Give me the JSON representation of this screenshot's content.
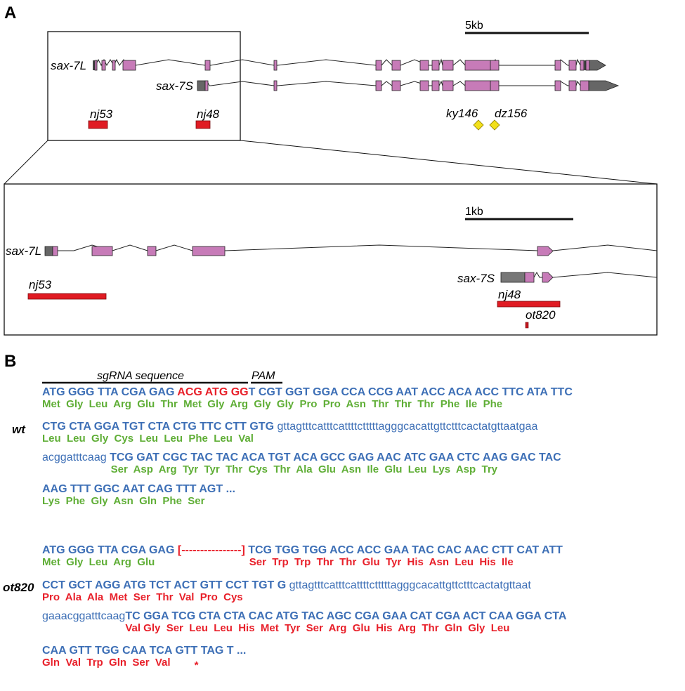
{
  "panel_a": {
    "letter": "A",
    "scale_top": "5kb",
    "scale_zoom": "1kb",
    "genes": {
      "long": "sax-7L",
      "short": "sax-7S"
    },
    "alleles": {
      "nj53": "nj53",
      "nj48": "nj48",
      "ky146": "ky146",
      "dz156": "dz156",
      "ot820": "ot820"
    }
  },
  "panel_b": {
    "letter": "B",
    "sgrna_label": "sgRNA sequence",
    "pam_label": "PAM",
    "wt_label": "wt",
    "mut_label": "ot820",
    "colors": {
      "dna": "#3d6fb6",
      "mutant": "#e8202a",
      "protein": "#5fae36"
    },
    "wt_lines": [
      {
        "dna": [
          {
            "t": "ATG GGG TTA CGA GAG ",
            "c": "blue"
          },
          {
            "t": "ACG ATG GG",
            "c": "red"
          },
          {
            "t": "T CGT GGT GGA CCA CCG AAT ACC ACA ACC TTC ATA TTC",
            "c": "blue"
          }
        ],
        "aa": "Met  Gly  Leu  Arg  Glu  Thr  Met  Gly  Arg  Gly  Gly  Pro  Pro  Asn  Thr  Thr  Thr  Phe  Ile  Phe",
        "aa_color": "green"
      },
      {
        "dna": [
          {
            "t": "CTG CTA GGA TGT CTA CTG TTC CTT GTG ",
            "c": "blue"
          },
          {
            "t": "gttagtttcatttcattttctttttagggcacattgttctttcactatgttaatgaa",
            "c": "blue",
            "intron": true
          }
        ],
        "aa": "Leu  Leu  Gly  Cys  Leu  Leu  Phe  Leu  Val",
        "aa_color": "green"
      },
      {
        "dna": [
          {
            "t": "acggatttcaag",
            "c": "blue",
            "intron": true
          },
          {
            "t": " TCG GAT CGC TAC TAC ACA TGT ACA GCC GAG AAC ATC GAA CTC AAG GAC TAC",
            "c": "blue"
          }
        ],
        "aa": "Ser  Asp  Arg  Tyr  Tyr  Thr  Cys  Thr  Ala  Glu  Asn  Ile  Glu  Leu  Lys  Asp  Try",
        "aa_color": "green"
      },
      {
        "dna": [
          {
            "t": "AAG TTT GGC AAT CAG TTT AGT ...",
            "c": "blue"
          }
        ],
        "aa": "Lys  Phe  Gly  Asn  Gln  Phe  Ser",
        "aa_color": "green"
      }
    ],
    "mut_lines": [
      {
        "dna": [
          {
            "t": "ATG GGG TTA CGA GAG ",
            "c": "blue"
          },
          {
            "t": "[----------------]",
            "c": "red"
          },
          {
            "t": " TCG TGG TGG ACC ACC GAA TAC CAC AAC CTT CAT ATT",
            "c": "blue"
          }
        ],
        "aa": "Met  Gly  Leu  Arg  Glu",
        "aa_color": "green",
        "aa2": "Ser  Trp  Trp  Thr  Thr  Glu  Tyr  His  Asn  Leu  His  Ile",
        "aa2_color": "red"
      },
      {
        "dna": [
          {
            "t": "CCT GCT AGG ATG TCT ACT GTT CCT TGT G ",
            "c": "blue"
          },
          {
            "t": "gttagtttcatttcattttctttttagggcacattgttctttcactatgttaat",
            "c": "blue",
            "intron": true
          }
        ],
        "aa": "Pro  Ala  Ala  Met  Ser  Thr  Val  Pro  Cys",
        "aa_color": "red"
      },
      {
        "dna": [
          {
            "t": "gaaacggatttcaag",
            "c": "blue",
            "intron": true
          },
          {
            "t": "TC GGA TCG CTA CTA CAC ATG TAC AGC CGA GAA CAT CGA ACT CAA GGA CTA",
            "c": "blue"
          }
        ],
        "aa": "Val Gly  Ser  Leu  Leu  His  Met  Tyr  Ser  Arg  Glu  His  Arg  Thr  Gln  Gly  Leu",
        "aa_color": "red"
      },
      {
        "dna": [
          {
            "t": "CAA GTT TGG CAA TCA GTT TAG T ...",
            "c": "blue"
          }
        ],
        "aa": "Gln  Val  Trp  Gln  Ser  Val",
        "aa_color": "red",
        "stop": "*"
      }
    ]
  }
}
